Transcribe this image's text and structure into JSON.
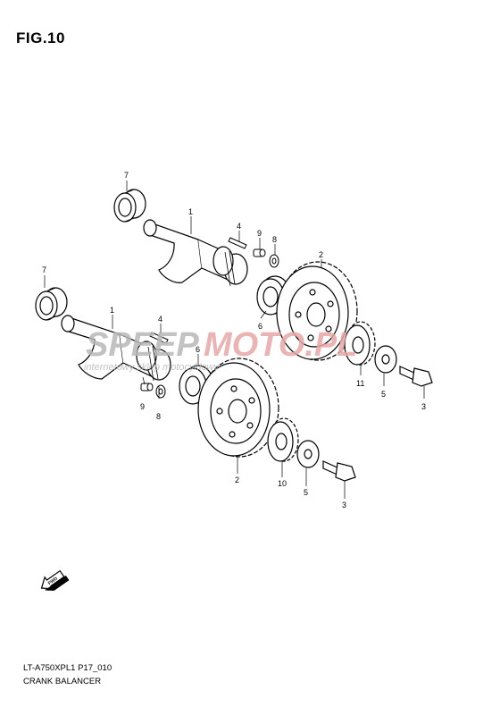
{
  "figure": {
    "title": "FIG.10"
  },
  "footer": {
    "model_code": "LT-A750XPL1 P17_010",
    "section_name": "CRANK BALANCER"
  },
  "watermark": {
    "brand_left": "SPEEP",
    "brand_right": "MOTO.PL",
    "tagline": "internetowy sklep motocyklowy",
    "brand_left_color": "#b8b8b8",
    "brand_right_color": "#e8a7a7"
  },
  "fwd_arrow": {
    "label": "FWD",
    "icon": "arrow-left-icon"
  },
  "callouts": {
    "upper": {
      "shaft": "1",
      "gear": "2",
      "bolt": "3",
      "pin": "4",
      "washer": "5",
      "bearing_right": "6",
      "bearing_left": "7",
      "washer_small": "8",
      "screw": "9",
      "drive_gear": "11"
    },
    "lower": {
      "shaft": "1",
      "gear": "2",
      "bolt": "3",
      "pin": "4",
      "washer": "5",
      "bearing_right": "6",
      "bearing_left": "7",
      "washer_small": "8",
      "screw": "9",
      "drive_gear": "10"
    }
  },
  "colors": {
    "line": "#000000",
    "fill": "#ffffff"
  }
}
